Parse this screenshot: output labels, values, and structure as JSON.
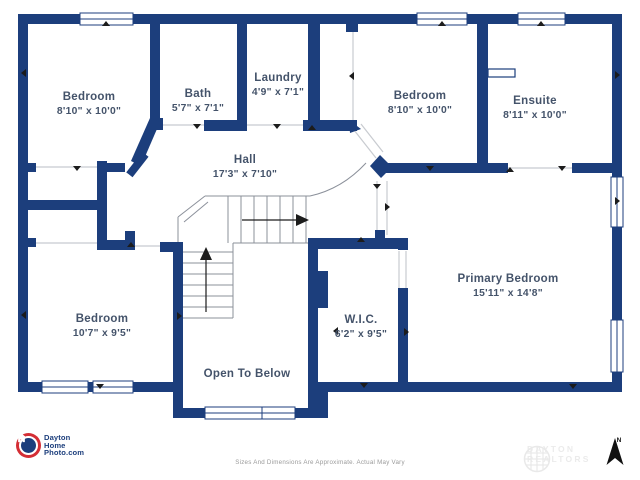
{
  "floorplan": {
    "rooms": [
      {
        "name": "Bedroom",
        "dims": "8'10\" x 10'0\""
      },
      {
        "name": "Bath",
        "dims": "5'7\" x 7'1\""
      },
      {
        "name": "Laundry",
        "dims": "4'9\" x 7'1\""
      },
      {
        "name": "Bedroom",
        "dims": "8'10\" x 10'0\""
      },
      {
        "name": "Ensuite",
        "dims": "8'11\" x 10'0\""
      },
      {
        "name": "Hall",
        "dims": "17'3\" x 7'10\""
      },
      {
        "name": "Bedroom",
        "dims": "10'7\" x 9'5\""
      },
      {
        "name": "Open To Below",
        "dims": ""
      },
      {
        "name": "W.I.C.",
        "dims": "6'2\" x 9'5\""
      },
      {
        "name": "Primary Bedroom",
        "dims": "15'11\" x 14'8\""
      }
    ]
  },
  "branding": {
    "logo": {
      "line1": "Dayton",
      "line2": "Home",
      "line3": "Photo.com"
    }
  },
  "footer": {
    "disclaimer": "Sizes And Dimensions Are Approximate. Actual May Vary"
  },
  "watermark": {
    "line1": "DAYTON",
    "line2": "REALTORS"
  },
  "compass": {
    "label": "N"
  },
  "colors": {
    "wall": "#1c3e7c",
    "label": "#44536a",
    "stairs_line": "#8b909a",
    "opening_line": "#c8cbd0",
    "marker": "#1c1c1c",
    "logo_red": "#d42e35",
    "logo_blue": "#1c3e7c",
    "watermark_gray": "#ebebeb"
  }
}
